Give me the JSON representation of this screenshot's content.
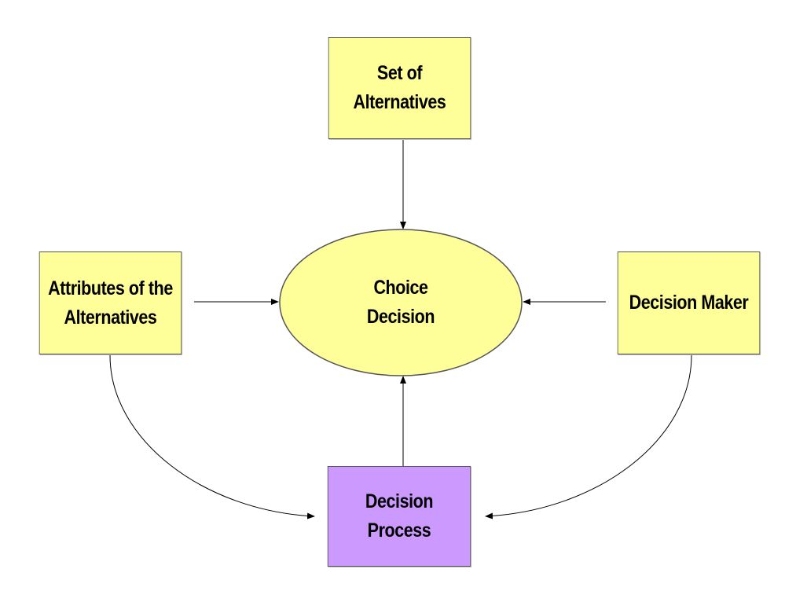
{
  "diagram": {
    "nodes": {
      "set_of_alternatives": {
        "lines": [
          "Set of",
          "Alternatives"
        ],
        "fill": "#FFFF99"
      },
      "attributes": {
        "lines": [
          "Attributes of the",
          "Alternatives"
        ],
        "fill": "#FFFF99"
      },
      "choice_decision": {
        "lines": [
          "Choice",
          "Decision"
        ],
        "fill": "#FFFF99"
      },
      "decision_maker": {
        "lines": [
          "Decision Maker"
        ],
        "fill": "#FFFF99"
      },
      "decision_process": {
        "lines": [
          "Decision",
          "Process"
        ],
        "fill": "#CC99FF"
      }
    },
    "edges": [
      {
        "from": "set_of_alternatives",
        "to": "choice_decision"
      },
      {
        "from": "attributes",
        "to": "choice_decision"
      },
      {
        "from": "decision_maker",
        "to": "choice_decision"
      },
      {
        "from": "decision_process",
        "to": "choice_decision"
      },
      {
        "from": "attributes",
        "to": "decision_process"
      },
      {
        "from": "decision_maker",
        "to": "decision_process"
      }
    ]
  }
}
